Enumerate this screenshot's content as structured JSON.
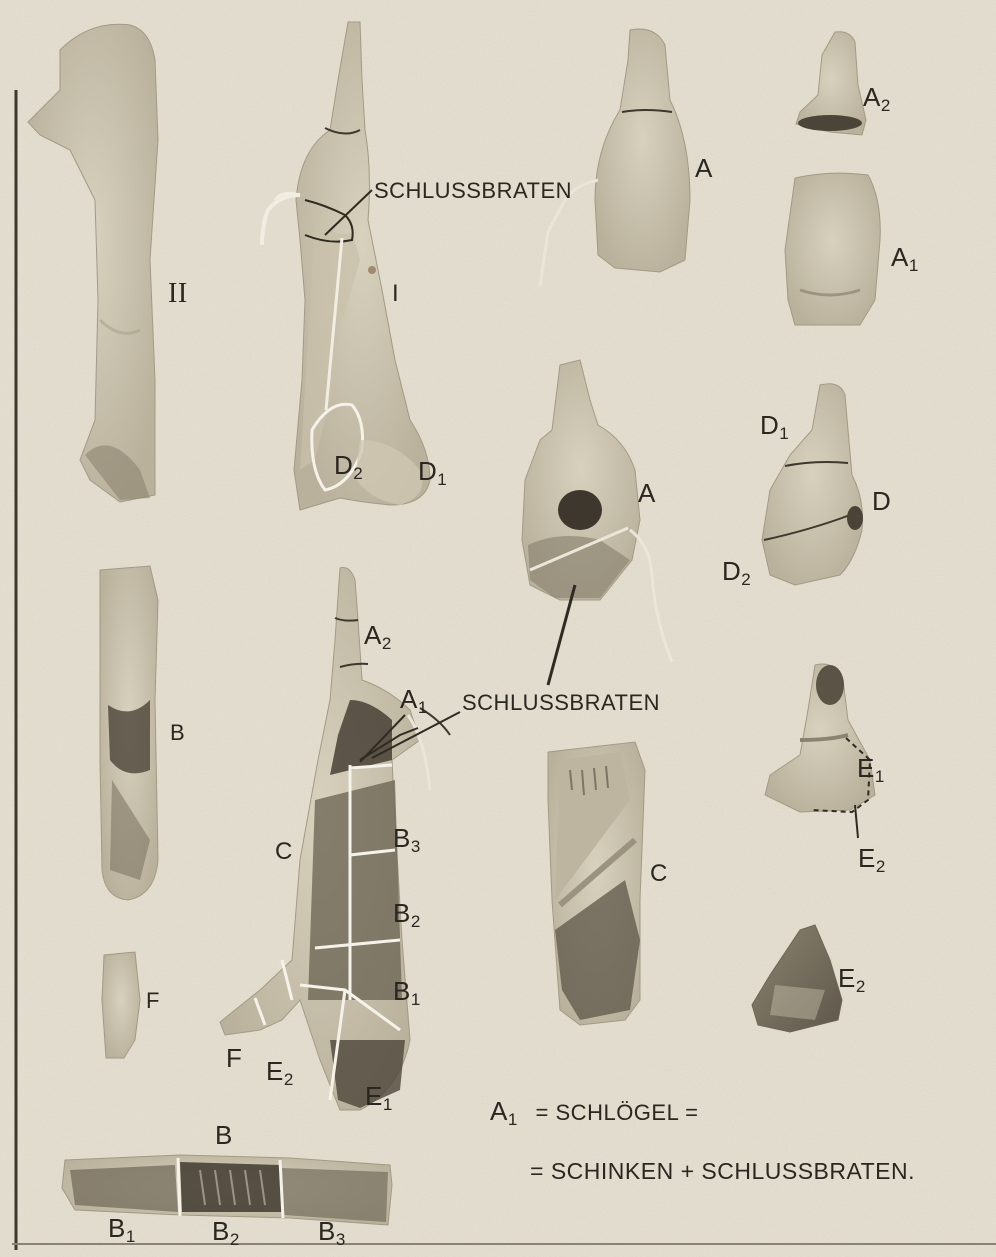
{
  "labels": {
    "II": "II",
    "I": "I",
    "schlussbraten_top": "SCHLUSSBRATEN",
    "schlussbraten_mid": "SCHLUSSBRATEN",
    "A_top": "A",
    "A2_top_main": "A",
    "A2_top_sub": "2",
    "A1_right_main": "A",
    "A1_right_sub": "1",
    "D2_left_main": "D",
    "D2_left_sub": "2",
    "D1_left_main": "D",
    "D1_left_sub": "1",
    "A_mid": "A",
    "D1_right_main": "D",
    "D1_right_sub": "1",
    "D": "D",
    "D2_right_main": "D",
    "D2_right_sub": "2",
    "B_left": "B",
    "A2_center_main": "A",
    "A2_center_sub": "2",
    "A1_center_main": "A",
    "A1_center_sub": "1",
    "C_center": "C",
    "B3_main": "B",
    "B3_sub": "3",
    "B2_main": "B",
    "B2_sub": "2",
    "B1_main": "B",
    "B1_sub": "1",
    "C_right": "C",
    "E1_right_main": "E",
    "E1_right_sub": "1",
    "E2_right_main": "E",
    "E2_right_sub": "2",
    "E2_lower_main": "E",
    "E2_lower_sub": "2",
    "F_left": "F",
    "F_center": "F",
    "E2_center_main": "E",
    "E2_center_sub": "2",
    "E1_center_main": "E",
    "E1_center_sub": "1",
    "B_bottom": "B",
    "B1_bottom_main": "B",
    "B1_bottom_sub": "1",
    "B2_bottom_main": "B",
    "B2_bottom_sub": "2",
    "B3_bottom_main": "B",
    "B3_bottom_sub": "3"
  },
  "legend": {
    "line1_main": "A",
    "line1_sub": "1",
    "line1_text": "= SCHLÖGEL =",
    "line2_text": "= SCHINKEN + SCHLUSSBRATEN."
  }
}
